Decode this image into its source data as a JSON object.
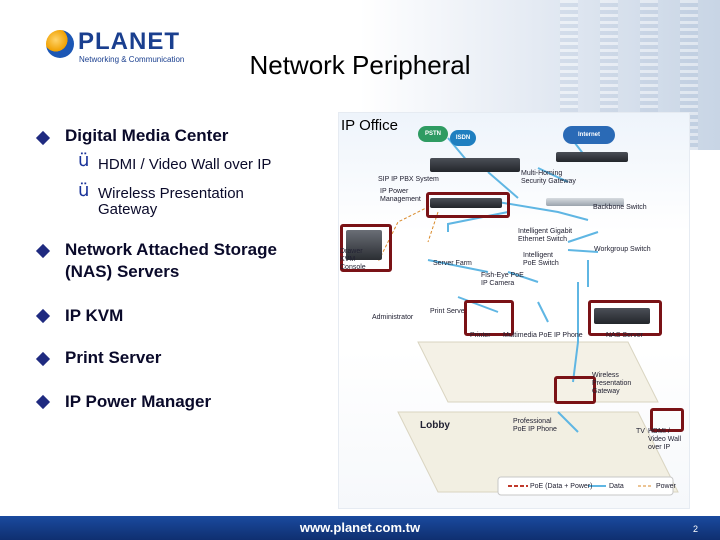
{
  "logo": {
    "name": "PLANET",
    "tagline": "Networking & Communication"
  },
  "slide": {
    "title": "Network Peripheral"
  },
  "bullets": [
    {
      "text": "Digital Media Center"
    },
    {
      "text": "Network Attached Storage"
    },
    {
      "text": "(NAS) Servers"
    },
    {
      "text": "IP KVM"
    },
    {
      "text": "Print Server"
    },
    {
      "text": "IP Power Manager"
    }
  ],
  "sub_bullets": [
    {
      "text": "HDMI / Video Wall over IP"
    },
    {
      "text": "Wireless Presentation"
    },
    {
      "text": "Gateway"
    }
  ],
  "check_glyph": "ü",
  "diagram": {
    "title": "IP Office",
    "labels": {
      "pstn": "PSTN",
      "isdn": "ISDN",
      "internet": "Internet",
      "sip_pbx": "SIP IP PBX System",
      "multihoming": "Multi-Homing\nSecurity Gateway",
      "ip_power": "IP Power\nManagement",
      "backbone": "Backbone Switch",
      "gigabit": "Intelligent Gigabit\nEthernet Switch",
      "drawer_kvm": "Drawer\nKVM\nConsole",
      "server_farm": "Server Farm",
      "workgroup": "Workgroup Switch",
      "poe_switch": "Intelligent\nPoE Switch",
      "fisheye": "Fish-Eye PoE\nIP Camera",
      "administrator": "Administrator",
      "print_server": "Print Server",
      "printer": "Printer",
      "mm_phone": "Multimedia PoE IP Phone",
      "nas": "NAS Server",
      "wireless_gw": "Wireless\nPresentation\nGateway",
      "lobby": "Lobby",
      "pro_phone": "Professional\nPoE IP Phone",
      "tv": "TV",
      "hdmi": "HDMI /\nVideo Wall\nover IP",
      "legend_poe": "PoE (Data + Power)",
      "legend_data": "Data",
      "legend_power": "Power"
    }
  },
  "footer": {
    "url": "www.planet.com.tw",
    "page": "2"
  },
  "colors": {
    "accent": "#1a4a9e",
    "highlight": "#7a1216",
    "bullet": "#1f2a80"
  }
}
